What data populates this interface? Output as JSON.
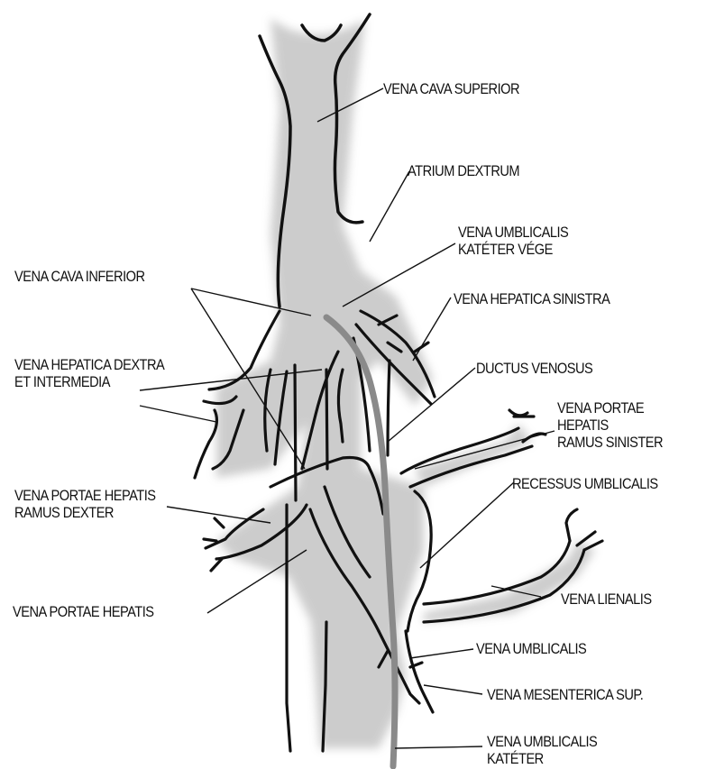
{
  "labels": {
    "vena_cava_superior": "VENA CAVA SUPERIOR",
    "atrium_dextrum": "ATRIUM DEXTRUM",
    "vena_umblicalis_kateter_vege": [
      "VENA UMBLICALIS",
      "KATÉTER VÉGE"
    ],
    "vena_cava_inferior": "VENA CAVA INFERIOR",
    "vena_hepatica_sinistra": "VENA HEPATICA SINISTRA",
    "vena_hepatica_dextra": [
      "VENA HEPATICA DEXTRA",
      "ET  INTERMEDIA"
    ],
    "ductus_venosus": "DUCTUS VENOSUS",
    "vena_portae_ramus_sinister": [
      "VENA PORTAE",
      "HEPATIS",
      "RAMUS SINISTER"
    ],
    "recessus_umblicalis": "RECESSUS UMBLICALIS",
    "vena_portae_ramus_dexter": [
      "VENA PORTAE HEPATIS",
      "RAMUS DEXTER"
    ],
    "vena_lienalis": "VENA LIENALIS",
    "vena_portae_hepatis": "VENA PORTAE HEPATIS",
    "vena_umblicalis": "VENA UMBLICALIS",
    "vena_mesenterica_sup": "VENA MESENTERICA SUP.",
    "vena_umblicalis_kateter": [
      "VENA UMBLICALIS",
      "KATÉTER"
    ]
  },
  "colors": {
    "ink": "#111111",
    "vessel_shade": "#c9c9c9",
    "catheter": "#8a8a8a"
  }
}
